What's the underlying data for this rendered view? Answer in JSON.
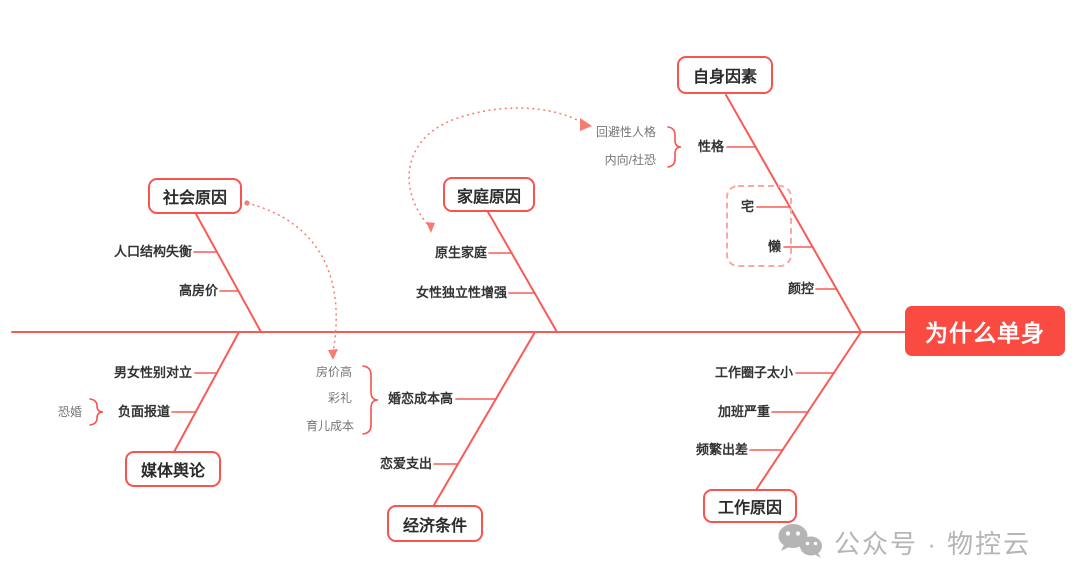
{
  "head": {
    "label": "为什么单身"
  },
  "branches": {
    "social": {
      "title": "社会原因",
      "items": {
        "population": "人口结构失衡",
        "housing": "高房价"
      }
    },
    "family": {
      "title": "家庭原因",
      "items": {
        "origin": "原生家庭",
        "independence": "女性独立性增强"
      }
    },
    "self": {
      "title": "自身因素",
      "items": {
        "personality": "性格",
        "homebody": "宅",
        "lazy": "懒",
        "looks": "颜控"
      },
      "subitems": {
        "avoidant": "回避性人格",
        "introvert": "内向/社恐"
      }
    },
    "media": {
      "title": "媒体舆论",
      "items": {
        "gender": "男女性别对立",
        "negative": "负面报道"
      },
      "subitems": {
        "fear_marriage": "恐婚"
      }
    },
    "economy": {
      "title": "经济条件",
      "items": {
        "marriage_cost": "婚恋成本高",
        "dating_cost": "恋爱支出"
      },
      "subitems": {
        "house_price": "房价高",
        "bride_price": "彩礼",
        "child_cost": "育儿成本"
      }
    },
    "work": {
      "title": "工作原因",
      "items": {
        "small_circle": "工作圈子太小",
        "overtime": "加班严重",
        "trips": "频繁出差"
      }
    }
  },
  "watermark": {
    "icon": "wechat-icon",
    "text": "公众号 · 物控云"
  },
  "colors": {
    "line": "#f85b56",
    "box_border": "#f8534e",
    "head_bg": "#f94b42",
    "head_text": "#ffffff",
    "label": "#333333",
    "sublabel": "#757575",
    "dashed_group": "#f9a8a4",
    "relation_dotted": "#f87b72",
    "watermark": "#b5b5b5"
  }
}
